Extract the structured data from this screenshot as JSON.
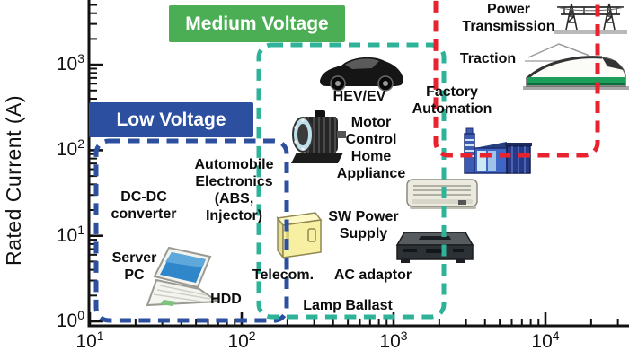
{
  "figure": {
    "y_axis_label": "Rated Current (A)",
    "low_voltage_label": "Low Voltage",
    "medium_voltage_label": "Medium Voltage",
    "colors": {
      "low_voltage_box": "#2d4f9f",
      "medium_voltage_box": "#4bae54",
      "low_dash": "#2d4f9f",
      "medium_dash": "#2fb398",
      "high_dash": "#e8232f",
      "text": "#0d0d0d"
    },
    "annotations": {
      "power_transmission": "Power\nTransmission",
      "traction": "Traction",
      "factory_automation": "Factory\nAutomation",
      "hev_ev": "HEV/EV",
      "motor_control_home_appliance": "Motor\nControl\nHome\nAppliance",
      "automobile_electronics": "Automobile\nElectronics\n(ABS,\nInjector)",
      "dc_dc_converter": "DC-DC\nconverter",
      "server_pc": "Server\nPC",
      "hdd": "HDD",
      "telecom": "Telecom.",
      "ac_adaptor": "AC adaptor",
      "sw_power_supply": "SW Power\nSupply",
      "lamp_ballast": "Lamp Ballast"
    },
    "icon_names": [
      "transmission-tower-icon",
      "train-icon",
      "factory-icon",
      "car-icon",
      "electric-motor-icon",
      "air-conditioner-icon",
      "power-supply-box-icon",
      "ac-adaptor-icon",
      "laptop-icon"
    ]
  },
  "chart_data": {
    "type": "scatter",
    "title": "",
    "xlabel": "",
    "ylabel": "Rated Current (A)",
    "x_scale": "log",
    "y_scale": "log",
    "xlim": [
      10,
      40000
    ],
    "ylim": [
      1,
      6000
    ],
    "grid": false,
    "x_axis": {
      "tick_exponents": [
        1,
        2,
        3,
        4
      ],
      "tick_labels": [
        "10¹",
        "10²",
        "10³",
        "10⁴"
      ]
    },
    "y_axis": {
      "tick_exponents": [
        0,
        1,
        2,
        3
      ],
      "tick_labels": [
        "10⁰",
        "10¹",
        "10²",
        "10³"
      ]
    },
    "regions": [
      {
        "label": "Low Voltage",
        "color": "#2d4f9f",
        "style": "dashed",
        "voltage_range_V": [
          10,
          200
        ],
        "current_range_A": [
          1,
          130
        ]
      },
      {
        "label": "Medium Voltage",
        "color": "#2fb398",
        "style": "dashed",
        "voltage_range_V": [
          130,
          2200
        ],
        "current_range_A": [
          1,
          1700
        ]
      },
      {
        "label": "",
        "color": "#e8232f",
        "style": "dashed",
        "voltage_range_V": [
          2000,
          23000
        ],
        "current_range_A": [
          100,
          6000
        ]
      }
    ],
    "points": [
      {
        "label": "Server PC",
        "voltage_V": 20,
        "current_A": 4
      },
      {
        "label": "DC-DC converter",
        "voltage_V": 23,
        "current_A": 20
      },
      {
        "label": "HDD",
        "voltage_V": 75,
        "current_A": 1.6
      },
      {
        "label": "Automobile Electronics (ABS, Injector)",
        "voltage_V": 90,
        "current_A": 28
      },
      {
        "label": "Telecom.",
        "voltage_V": 180,
        "current_A": 3
      },
      {
        "label": "Lamp Ballast",
        "voltage_V": 500,
        "current_A": 1.4
      },
      {
        "label": "SW Power Supply",
        "voltage_V": 650,
        "current_A": 12
      },
      {
        "label": "AC adaptor",
        "voltage_V": 750,
        "current_A": 3.4
      },
      {
        "label": "Motor Control / Home Appliance",
        "voltage_V": 700,
        "current_A": 80
      },
      {
        "label": "HEV/EV",
        "voltage_V": 600,
        "current_A": 400
      },
      {
        "label": "Factory Automation",
        "voltage_V": 2400,
        "current_A": 300
      },
      {
        "label": "Traction",
        "voltage_V": 4300,
        "current_A": 1000
      },
      {
        "label": "Power Transmission",
        "voltage_V": 6000,
        "current_A": 3300
      }
    ]
  }
}
